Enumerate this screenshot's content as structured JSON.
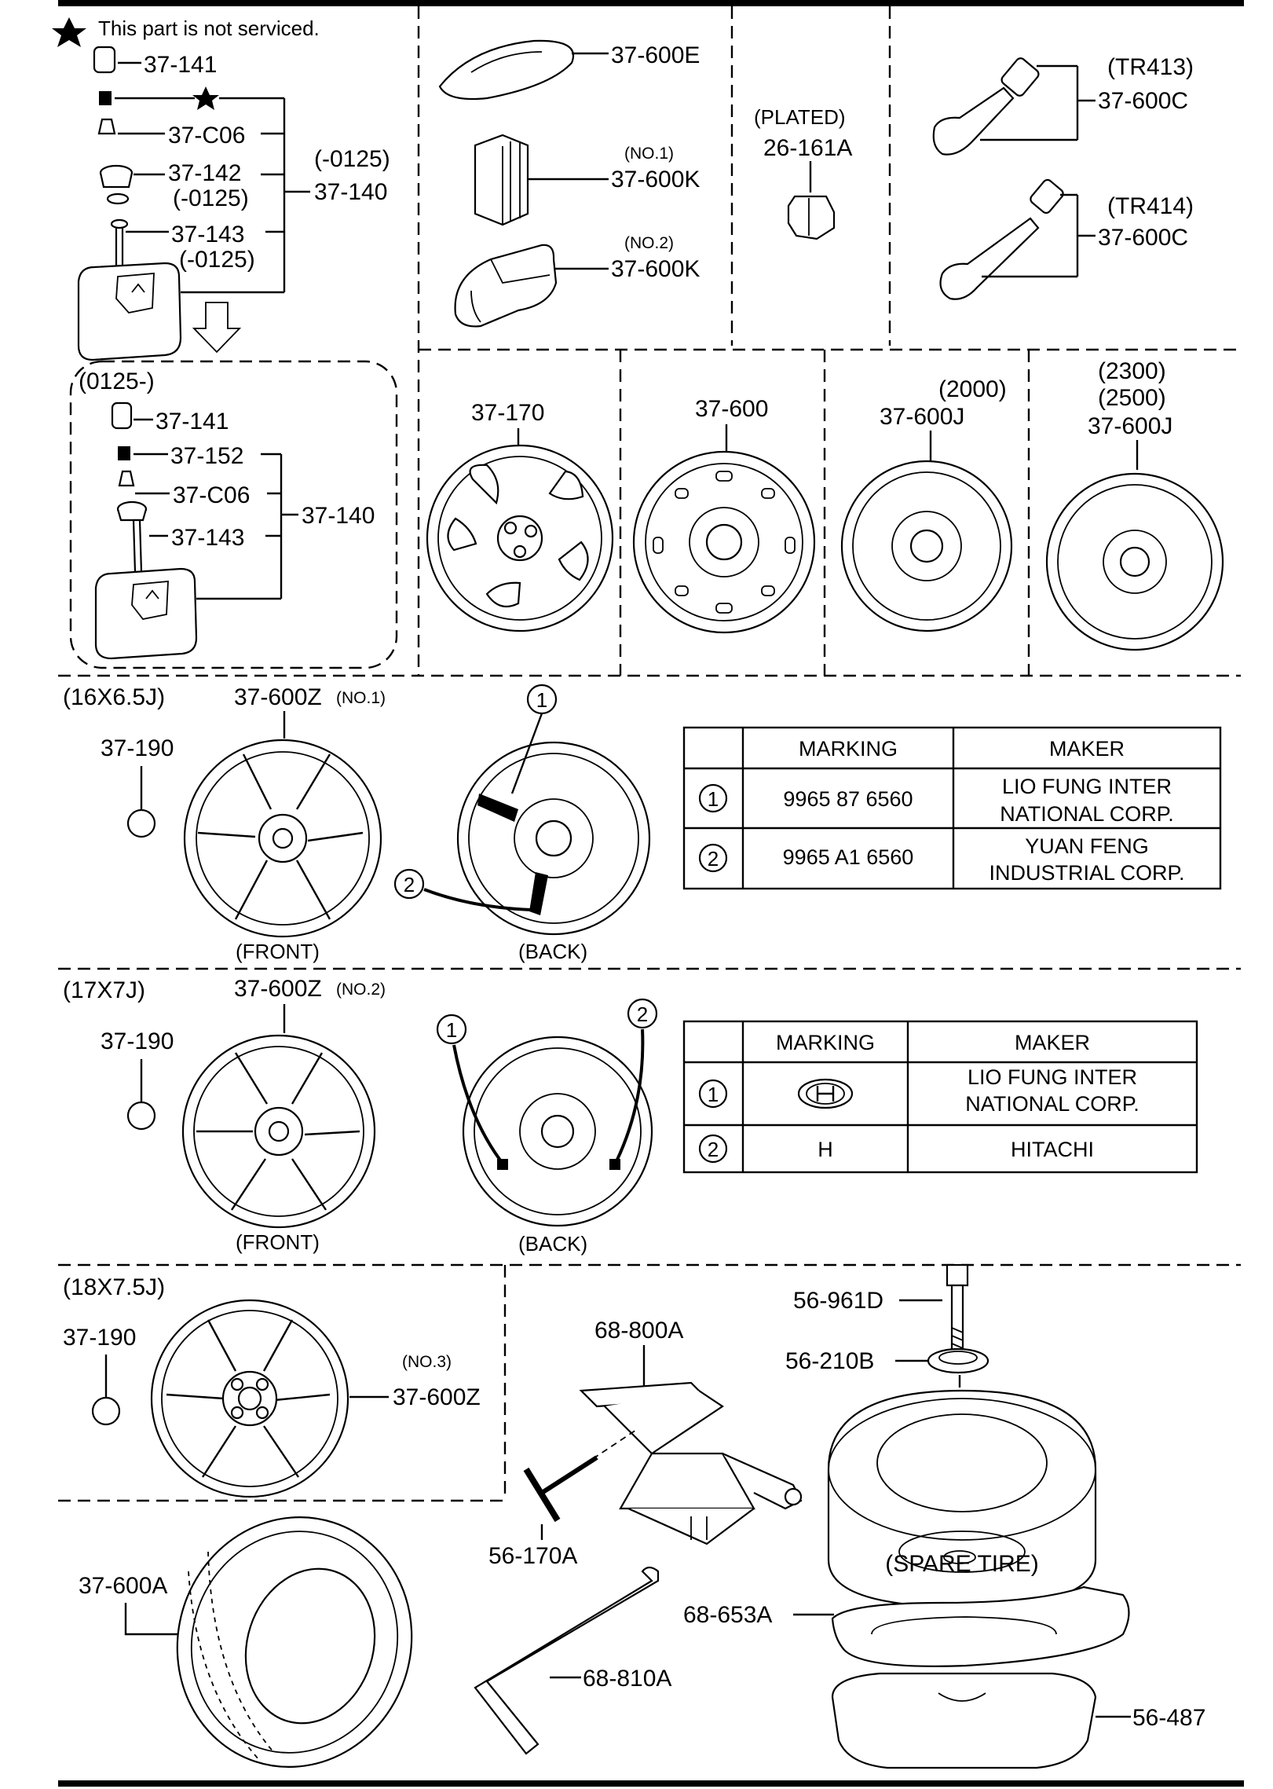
{
  "note": "This part is not serviced.",
  "tpms_old": {
    "valve_cap": "37-141",
    "valve_core": "37-C06",
    "grommet": "37-142",
    "grommet_date": "(-0125)",
    "washer": "37-143",
    "washer_date": "(-0125)",
    "assembly_date": "(-0125)",
    "assembly": "37-140"
  },
  "tpms_new": {
    "date": "(0125-)",
    "valve_cap": "37-141",
    "valve_core": "37-152",
    "nut": "37-C06",
    "washer": "37-143",
    "assembly": "37-140"
  },
  "top_parts": {
    "weight_e": "37-600E",
    "weight_k1_note": "(NO.1)",
    "weight_k1": "37-600K",
    "weight_k2_note": "(NO.2)",
    "weight_k2": "37-600K",
    "nut_note": "(PLATED)",
    "nut": "26-161A",
    "valve1_note": "(TR413)",
    "valve1": "37-600C",
    "valve2_note": "(TR414)",
    "valve2": "37-600C"
  },
  "wheels_row": {
    "w1": "37-170",
    "w2": "37-600",
    "w3_note": "(2000)",
    "w3": "37-600J",
    "w4_note1": "(2300)",
    "w4_note2": "(2500)",
    "w4": "37-600J"
  },
  "section_16": {
    "size": "(16X6.5J)",
    "part": "37-600Z",
    "part_note": "(NO.1)",
    "emblem": "37-190",
    "front": "(FRONT)",
    "back": "(BACK)",
    "callout1": "1",
    "callout2": "2",
    "table": {
      "headers": [
        "MARKING",
        "MAKER"
      ],
      "rows": [
        {
          "num": "1",
          "marking": "9965 87 6560",
          "maker1": "LIO FUNG INTER",
          "maker2": "NATIONAL CORP."
        },
        {
          "num": "2",
          "marking": "9965 A1 6560",
          "maker1": "YUAN FENG",
          "maker2": "INDUSTRIAL CORP."
        }
      ]
    }
  },
  "section_17": {
    "size": "(17X7J)",
    "part": "37-600Z",
    "part_note": "(NO.2)",
    "emblem": "37-190",
    "front": "(FRONT)",
    "back": "(BACK)",
    "callout1": "1",
    "callout2": "2",
    "table": {
      "headers": [
        "MARKING",
        "MAKER"
      ],
      "rows": [
        {
          "num": "1",
          "marking": "",
          "maker1": "LIO FUNG INTER",
          "maker2": "NATIONAL CORP."
        },
        {
          "num": "2",
          "marking": "H",
          "maker1": "HITACHI",
          "maker2": ""
        }
      ]
    }
  },
  "section_18": {
    "size": "(18X7.5J)",
    "emblem": "37-190",
    "part_note": "(NO.3)",
    "part": "37-600Z"
  },
  "bottom": {
    "tire": "37-600A",
    "jack": "68-800A",
    "handle": "56-170A",
    "wrench": "68-810A",
    "bolt": "56-961D",
    "clamp": "56-210B",
    "spare_label": "(SPARE TIRE)",
    "tray": "68-653A",
    "base": "56-487"
  }
}
